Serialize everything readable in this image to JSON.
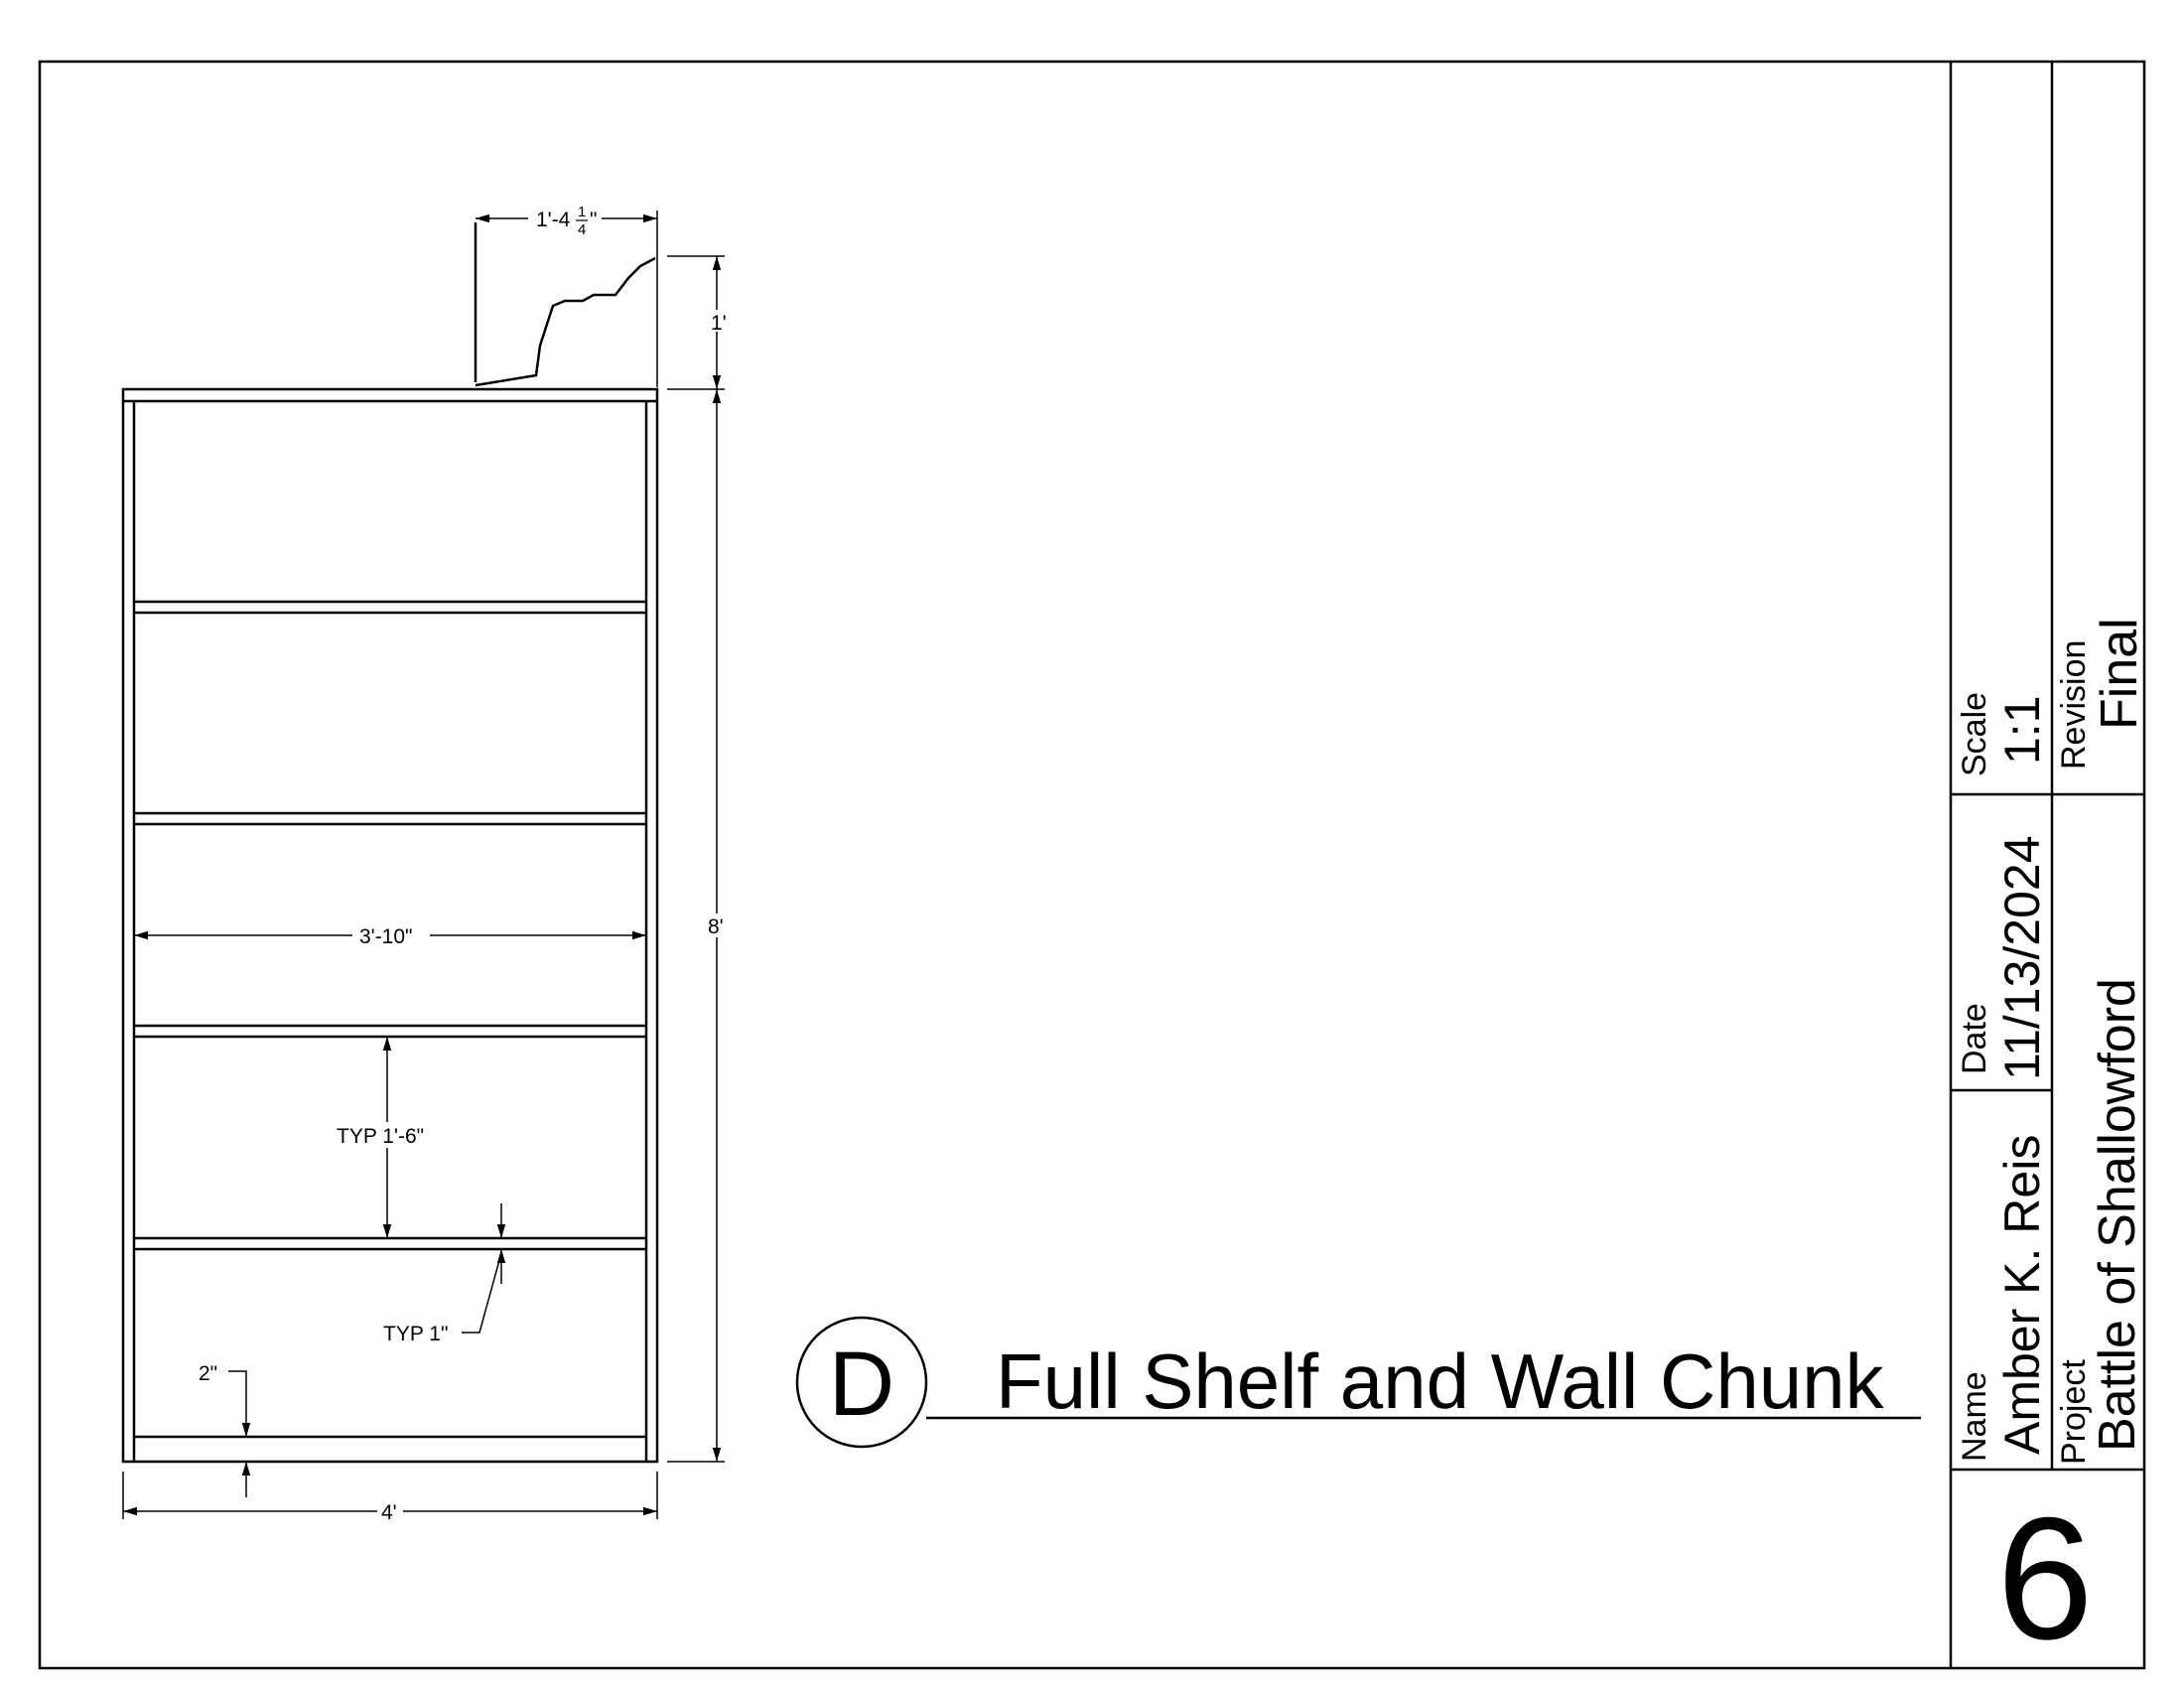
{
  "drawing": {
    "title": "Full Shelf and Wall Chunk",
    "callout_letter": "D",
    "sheet_number": "6",
    "dimensions": {
      "molding_width": "1'-4",
      "molding_fraction_num": "1",
      "molding_fraction_den": "4",
      "molding_inch": "\"",
      "molding_height": "1'",
      "overall_height": "8'",
      "inner_width": "3'-10\"",
      "shelf_spacing": "TYP 1'-6\"",
      "shelf_thickness": "TYP 1\"",
      "base_height": "2\"",
      "overall_width": "4'"
    }
  },
  "title_block": {
    "scale_label": "Scale",
    "scale_value": "1:1",
    "revision_label": "Revision",
    "revision_value": "Final",
    "date_label": "Date",
    "date_value": "11/13/2024",
    "name_label": "Name",
    "name_value": "Amber K. Reis",
    "project_label": "Project",
    "project_value": "Battle of Shallowford"
  }
}
